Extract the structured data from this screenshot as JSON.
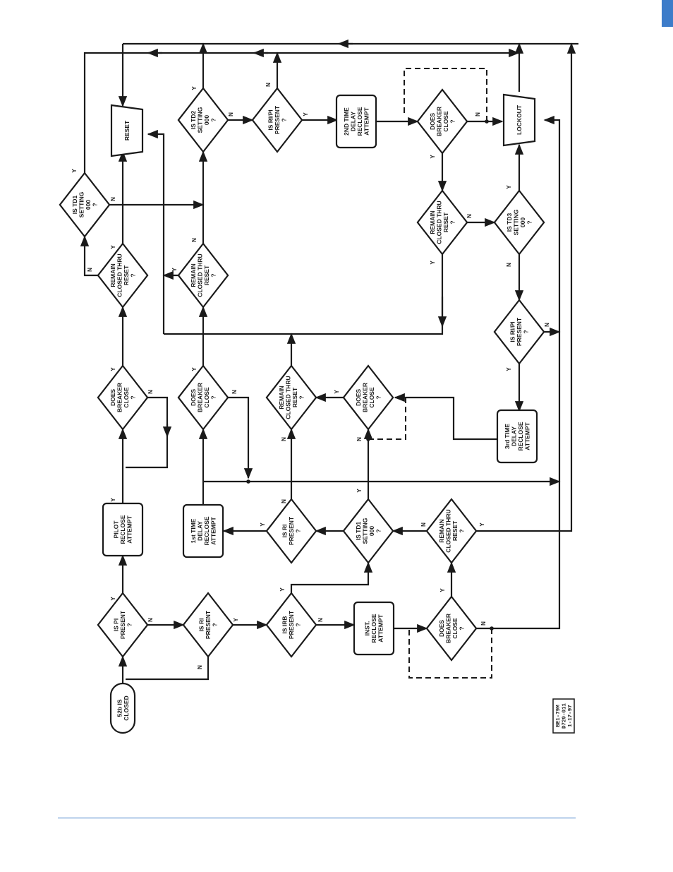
{
  "nodes": {
    "start": {
      "lines": [
        "52b IS",
        "CLOSED"
      ]
    },
    "is_pi_present": {
      "lines": [
        "IS PI",
        "PRESENT",
        "?"
      ]
    },
    "is_ri_present_1": {
      "lines": [
        "IS RI",
        "PRESENT",
        "?"
      ]
    },
    "is_irb_present": {
      "lines": [
        "IS IRB",
        "PRESENT",
        "?"
      ]
    },
    "inst_reclose_attempt": {
      "lines": [
        "INST.",
        "RECLOSE",
        "ATTEMPT"
      ]
    },
    "does_breaker_close_inst": {
      "lines": [
        "DOES",
        "BREAKER",
        "CLOSE",
        "?"
      ]
    },
    "pilot_reclose_attempt": {
      "lines": [
        "PILOT",
        "RECLOSE",
        "ATTEMPT"
      ]
    },
    "is_ri_present_2": {
      "lines": [
        "IS RI",
        "PRESENT",
        "?"
      ]
    },
    "is_td1_setting_000_low": {
      "lines": [
        "IS TD1",
        "SETTING",
        "000",
        "?"
      ]
    },
    "remain_closed_thru_reset_low": {
      "lines": [
        "REMAIN",
        "CLOSED THRU",
        "RESET",
        "?"
      ]
    },
    "td1_reclose_attempt": {
      "lines": [
        "1st TIME",
        "DELAY",
        "RECLOSE",
        "ATTEMPT"
      ]
    },
    "does_breaker_close_pilot": {
      "lines": [
        "DOES",
        "BREAKER",
        "CLOSE",
        "?"
      ]
    },
    "does_breaker_close_td1": {
      "lines": [
        "DOES",
        "BREAKER",
        "CLOSE",
        "?"
      ]
    },
    "remain_closed_thru_reset_mid": {
      "lines": [
        "REMAIN",
        "CLOSED THRU",
        "RESET",
        "?"
      ]
    },
    "does_breaker_close_mid": {
      "lines": [
        "DOES",
        "BREAKER",
        "CLOSE",
        "?"
      ]
    },
    "td3_reclose_attempt": {
      "lines": [
        "3rd TIME",
        "DELAY",
        "RECLOSE",
        "ATTEMPT"
      ]
    },
    "remain_closed_thru_reset_pilot": {
      "lines": [
        "REMAIN",
        "CLOSED THRU",
        "RESET",
        "?"
      ]
    },
    "is_td1_setting_000_top": {
      "lines": [
        "IS TD1",
        "SETTING",
        "000",
        "?"
      ]
    },
    "reset": {
      "lines": [
        "RESET"
      ]
    },
    "remain_closed_thru_reset_td1": {
      "lines": [
        "REMAIN",
        "CLOSED THRU",
        "RESET",
        "?"
      ]
    },
    "is_td2_setting_000": {
      "lines": [
        "IS TD2",
        "SETTING",
        "000",
        "?"
      ]
    },
    "is_ri_pi_present_1": {
      "lines": [
        "IS RI/PI",
        "PRESENT",
        "?"
      ]
    },
    "td2_reclose_attempt": {
      "lines": [
        "2ND TIME",
        "DELAY",
        "RECLOSE",
        "ATTEMPT"
      ]
    },
    "does_breaker_close_td2": {
      "lines": [
        "DOES",
        "BREAKER",
        "CLOSE",
        "?"
      ]
    },
    "lockout": {
      "lines": [
        "LOCKOUT"
      ]
    },
    "remain_closed_thru_reset_td2": {
      "lines": [
        "REMAIN",
        "CLOSED THRU",
        "RESET",
        "?"
      ]
    },
    "is_td3_setting_000": {
      "lines": [
        "IS TD3",
        "SETTING",
        "000",
        "?"
      ]
    },
    "is_ri_pi_present_2": {
      "lines": [
        "IS RI/PI",
        "PRESENT",
        "?"
      ]
    }
  },
  "branch_labels": {
    "yes": "Y",
    "no": "N"
  },
  "drawing_number": {
    "lines": [
      "BE1-79M",
      "D729-011",
      "1-17-97"
    ]
  },
  "colors": {
    "accent": "#3d7cc9",
    "line": "#1a1a1a"
  }
}
